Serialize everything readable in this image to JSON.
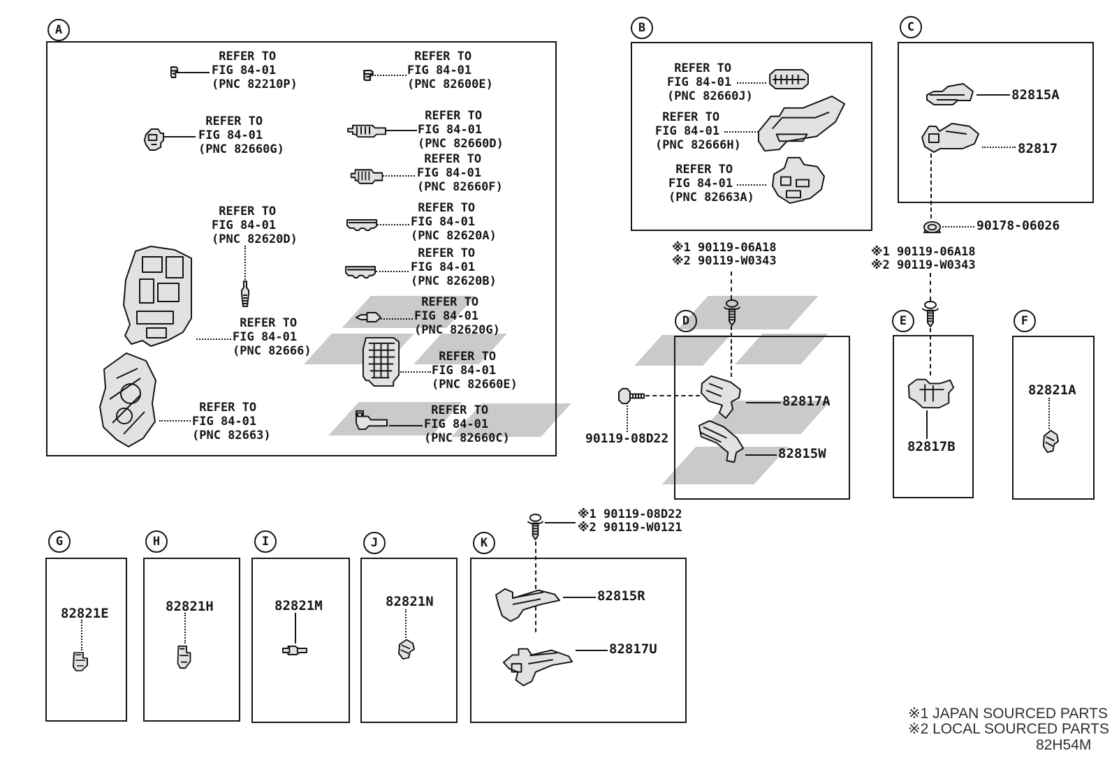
{
  "page": {
    "background": "#ffffff",
    "ink": "#141414",
    "watermark_color": "#cacaca",
    "figure_code": "82H54M"
  },
  "panels": {
    "a": "A",
    "b": "B",
    "c": "C",
    "d": "D",
    "e": "E",
    "f": "F",
    "g": "G",
    "h": "H",
    "i": "I",
    "j": "J",
    "k": "K"
  },
  "refs": {
    "a1": " REFER TO\nFIG 84-01\n(PNC 82210P)",
    "a2": " REFER TO\nFIG 84-01\n(PNC 82660G)",
    "a3": " REFER TO\nFIG 84-01\n(PNC 82620D)",
    "a4": " REFER TO\nFIG 84-01\n(PNC 82666)",
    "a5": " REFER TO\nFIG 84-01\n(PNC 82663)",
    "a6": " REFER TO\nFIG 84-01\n(PNC 82600E)",
    "a7": " REFER TO\nFIG 84-01\n(PNC 82660D)",
    "a8": " REFER TO\nFIG 84-01\n(PNC 82660F)",
    "a9": " REFER TO\nFIG 84-01\n(PNC 82620A)",
    "a10": " REFER TO\nFIG 84-01\n(PNC 82620B)",
    "a11": " REFER TO\nFIG 84-01\n(PNC 82620G)",
    "a12": " REFER TO\nFIG 84-01\n(PNC 82660E)",
    "a13": " REFER TO\nFIG 84-01\n(PNC 82660C)",
    "b1": " REFER TO\nFIG 84-01\n(PNC 82660J)",
    "b2": " REFER TO\nFIG 84-01\n(PNC 82666H)",
    "b3": " REFER TO\nFIG 84-01\n(PNC 82663A)"
  },
  "parts": {
    "n82815a": "82815A",
    "n82817": "82817",
    "n90178": "90178-06026",
    "n82817a": "82817A",
    "n82815w": "82815W",
    "n90119_08d22": "90119-08D22",
    "n82817b": "82817B",
    "n82821a": "82821A",
    "n82821e": "82821E",
    "n82821h": "82821H",
    "n82821m": "82821M",
    "n82821n": "82821N",
    "n82815r": "82815R",
    "n82817u": "82817U"
  },
  "fastener_notes": {
    "d": "※1 90119-06A18\n※2 90119-W0343",
    "e": "※1 90119-06A18\n※2 90119-W0343",
    "k": "※1 90119-08D22\n※2 90119-W0121"
  },
  "footer": {
    "line1": "※1 JAPAN SOURCED PARTS",
    "line2": "※2 LOCAL SOURCED PARTS",
    "code": "82H54M"
  }
}
